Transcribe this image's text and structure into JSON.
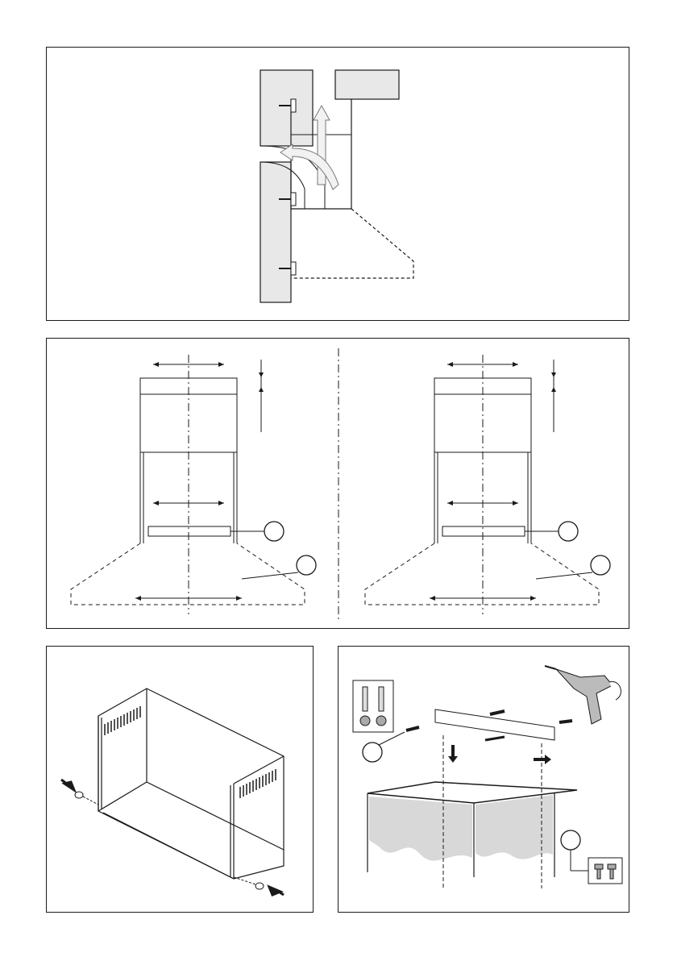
{
  "page": {
    "background": "#ffffff",
    "line_color": "#1a1a1a",
    "wall_fill": "#e8e8e8",
    "arrow_fill": "#f2f2f2"
  },
  "panels": [
    {
      "id": "venting-diagram",
      "type": "vent-path-illustration",
      "callouts": []
    },
    {
      "id": "mounting-dimensions",
      "type": "dimension-drawing",
      "views": [
        "left",
        "right"
      ],
      "callouts": [
        "",
        ""
      ]
    },
    {
      "id": "cabinet-bottom",
      "type": "assembly-illustration",
      "icons": [
        "screw-icon",
        "push-arrow-icon"
      ]
    },
    {
      "id": "bracket-drilling",
      "type": "assembly-illustration",
      "icons": [
        "drill-icon",
        "wall-plug-icon",
        "screw-icon"
      ],
      "callouts": [
        "",
        ""
      ]
    }
  ]
}
